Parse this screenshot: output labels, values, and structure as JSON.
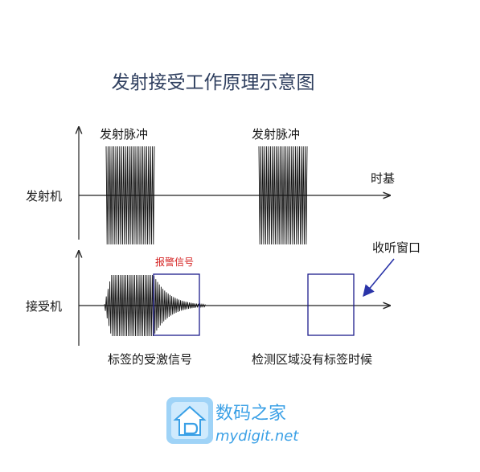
{
  "title": "发射接受工作原理示意图",
  "transmitter": {
    "axis_label": "发射机",
    "pulse1_label": "发射脉冲",
    "pulse2_label": "发射脉冲",
    "time_label": "时基"
  },
  "receiver": {
    "axis_label": "接受机",
    "alarm_label": "报警信号",
    "window_label": "收听窗口",
    "tag_caption": "标签的受激信号",
    "no_tag_caption": "检测区域没有标签时候"
  },
  "watermark": {
    "cn": "数码之家",
    "en": "mydigit.net"
  },
  "colors": {
    "title": "#2f3f5f",
    "wave": "#111111",
    "window_box": "#1c1c8c",
    "alarm": "#d42020",
    "watermark": "#3aa0e6"
  }
}
